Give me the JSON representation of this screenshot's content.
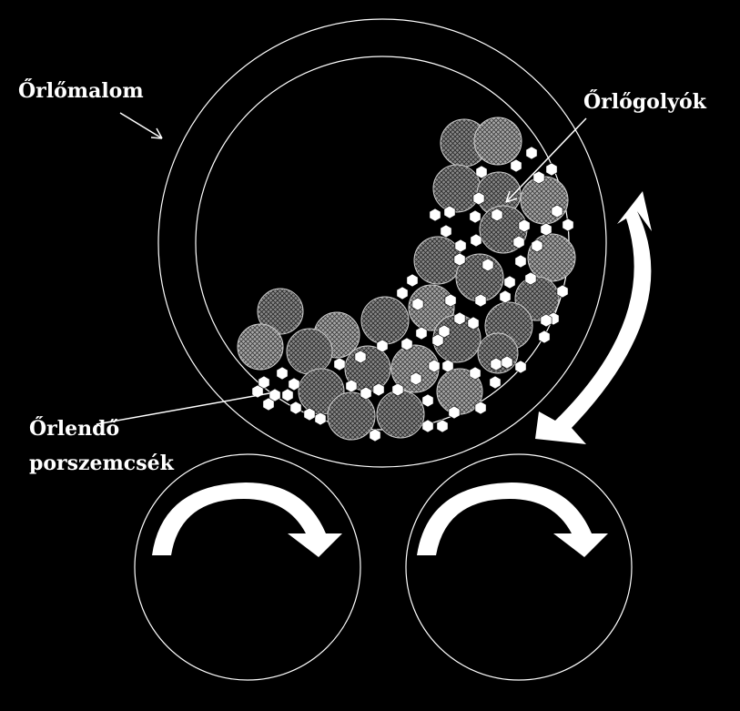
{
  "labels": {
    "mill": "Őrlőmalom",
    "balls": "Őrlőgolyók",
    "particles_line1": "Őrlendő",
    "particles_line2": "porszemcsék"
  },
  "colors": {
    "background": "#000000",
    "line": "#ffffff",
    "ball_fill": "#808080",
    "particle": "#ffffff"
  },
  "icons": {
    "drum_rotation": "curved-arrow-icon",
    "roller_rotation": "clockwise-arrow-icon"
  }
}
